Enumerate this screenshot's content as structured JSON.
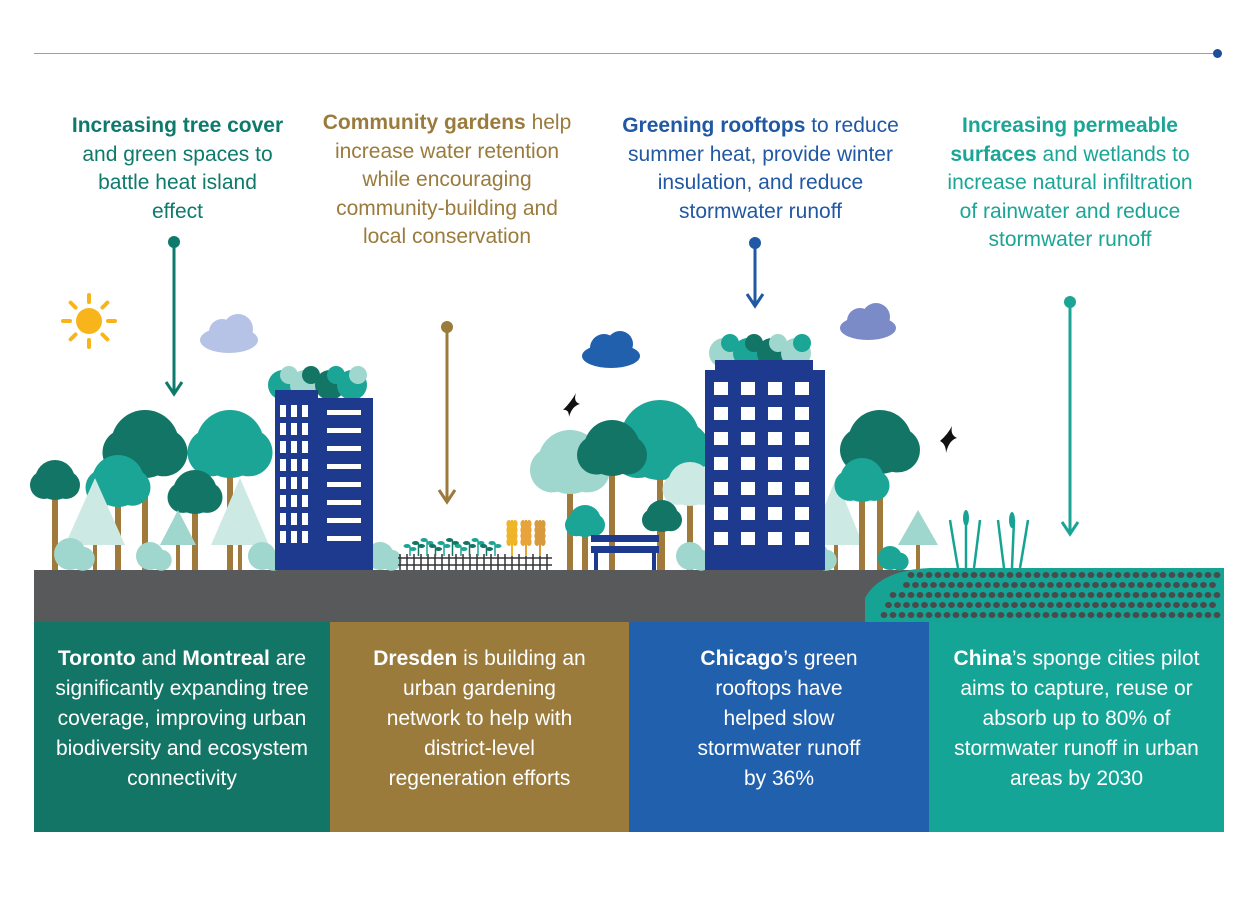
{
  "callouts": [
    {
      "bold": "Increasing tree cover",
      "rest": " and green spaces to battle heat island effect",
      "color": "#0e7a6c"
    },
    {
      "bold": "Community gardens",
      "rest": " help increase water retention while encouraging community-building and local conservation",
      "color": "#9a7b3c"
    },
    {
      "bold": "Greening rooftops",
      "rest": " to reduce summer heat, provide winter insulation, and reduce stormwater runoff",
      "color": "#2158a3"
    },
    {
      "bold": "Increasing permeable surfaces",
      "rest": " and wetlands to increase natural infiltration of rainwater and reduce stormwater runoff",
      "color": "#1aa596"
    }
  ],
  "panels": [
    {
      "parts": [
        {
          "b": true,
          "t": "Toronto"
        },
        {
          "b": false,
          "t": " and "
        },
        {
          "b": true,
          "t": "Montreal"
        },
        {
          "b": false,
          "t": " are significantly expanding tree coverage, improving urban biodiversity and ecosystem connectivity"
        }
      ],
      "color": "#137565"
    },
    {
      "parts": [
        {
          "b": true,
          "t": "Dresden"
        },
        {
          "b": false,
          "t": " is building an urban gardening network to help with district-level regeneration efforts"
        }
      ],
      "color": "#9a7b3c"
    },
    {
      "parts": [
        {
          "b": true,
          "t": "Chicago"
        },
        {
          "b": false,
          "t": "’s green rooftops have helped slow stormwater runoff by 36%"
        }
      ],
      "color": "#2160ad"
    },
    {
      "parts": [
        {
          "b": true,
          "t": "China"
        },
        {
          "b": false,
          "t": "’s sponge cities pilot aims to capture, reuse or absorb up to 80% of stormwater runoff in urban areas by 2030"
        }
      ],
      "color": "#15a596"
    }
  ],
  "icons": [
    "sun-icon",
    "cloud-icon",
    "bird-icon",
    "tree-icon",
    "building-icon",
    "bench-icon",
    "fence-icon",
    "wheat-icon",
    "reed-icon"
  ]
}
